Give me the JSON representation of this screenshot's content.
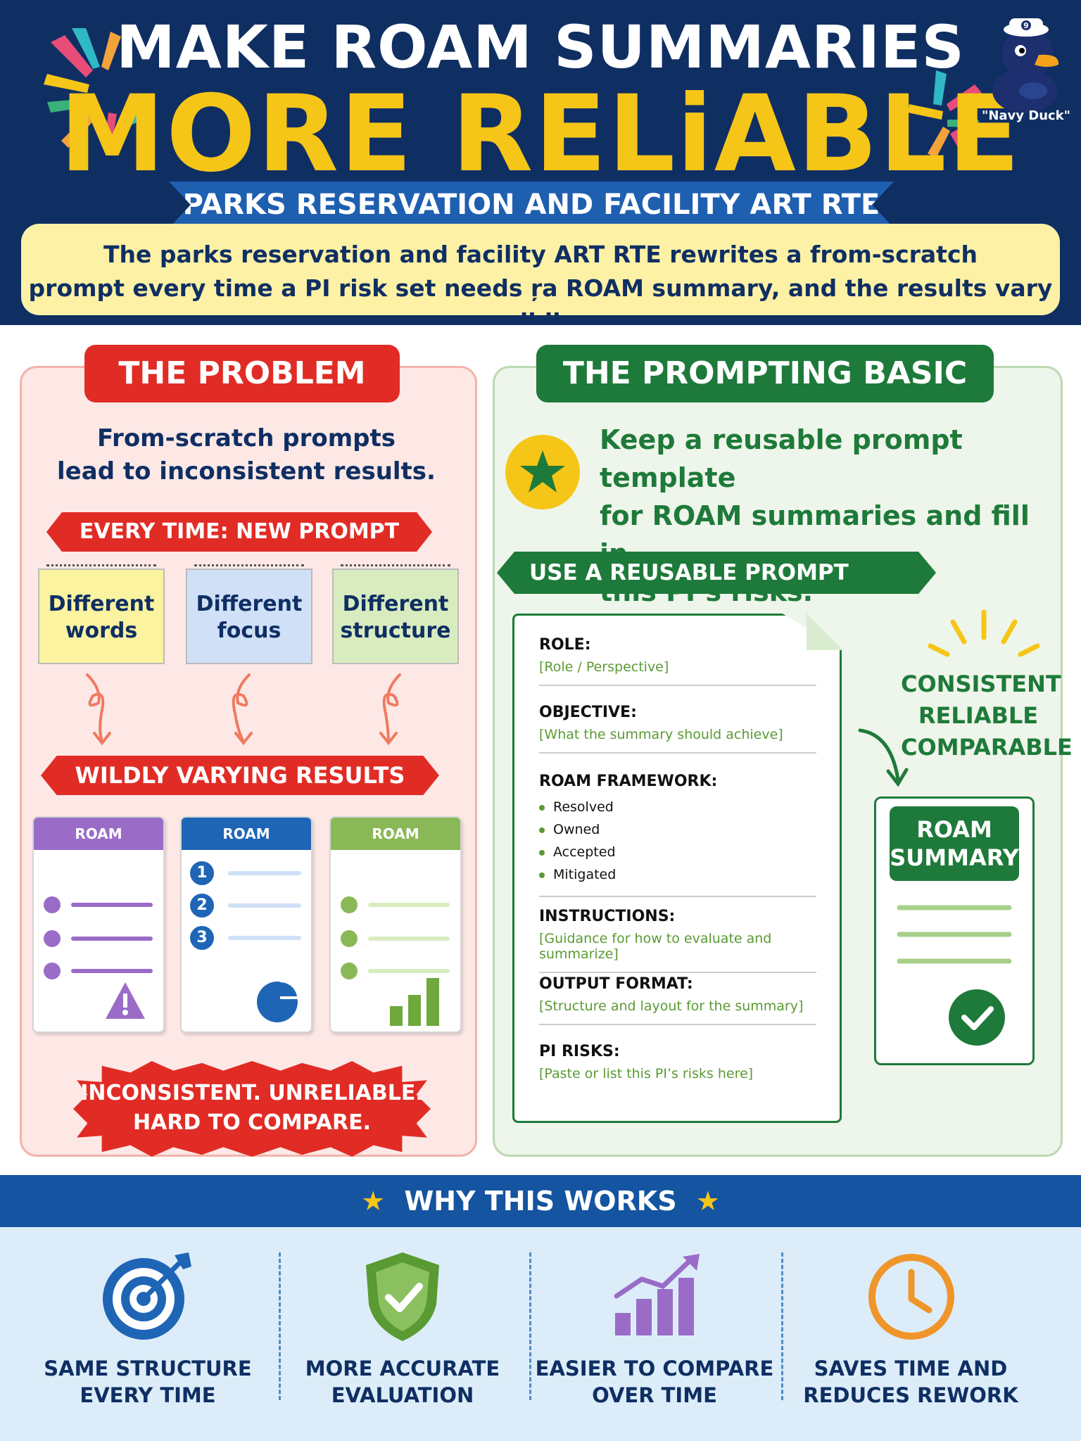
{
  "header": {
    "title_line1": "MAKE ROAM SUMMARIES",
    "title_line2": "MORE RELiABLE",
    "ribbon": "PARKS RESERVATION AND FACILITY ART RTE",
    "subtitle_line1": "The parks reservation and facility ART RTE rewrites a from-scratch",
    "subtitle_line2": "prompt every time a PI risk set needs ŗa ROAM summary, and the results vary wildly.",
    "mascot_label": "\"Navy Duck\"",
    "mascot_cap_number": "9"
  },
  "problem": {
    "tab": "THE PROBLEM",
    "text_line1": "From-scratch prompts",
    "text_line2": "lead to inconsistent results.",
    "banner_every_time": "EVERY TIME: NEW PROMPT",
    "notes": [
      {
        "line1": "Different",
        "line2": "words",
        "color": "#fbf3a0"
      },
      {
        "line1": "Different",
        "line2": "focus",
        "color": "#cfe0f7"
      },
      {
        "line1": "Different",
        "line2": "structure",
        "color": "#d9ecbf"
      }
    ],
    "banner_varying": "WILDLY VARYING RESULTS",
    "cards": [
      {
        "head": "ROAM SUMMARY",
        "color": "#9a6cc8"
      },
      {
        "head": "ROAM SUMMARY",
        "color": "#1f65b6"
      },
      {
        "head": "ROAM SUMMARY",
        "color": "#8ab857"
      }
    ],
    "numbers": [
      "1",
      "2",
      "3"
    ],
    "burst_line1": "INCONSISTENT. UNRELIABLE.",
    "burst_line2": "HARD TO COMPARE."
  },
  "basic": {
    "tab": "THE PROMPTING BASIC",
    "text_line1": "Keep a reusable prompt template",
    "text_line2": "for ROAM summaries and fill in",
    "text_line3": "this PI’s risks.",
    "banner": "USE A REUSABLE PROMPT TEMPLATE",
    "template": {
      "role_label": "ROLE:",
      "role_value": "[Role / Perspective]",
      "objective_label": "OBJECTIVE:",
      "objective_value": "[What the summary should achieve]",
      "framework_label": "ROAM FRAMEWORK:",
      "framework_items": [
        "Resolved",
        "Owned",
        "Accepted",
        "Mitigated"
      ],
      "instructions_label": "INSTRUCTIONS:",
      "instructions_value": "[Guidance for how to evaluate and summarize]",
      "output_label": "OUTPUT FORMAT:",
      "output_value": "[Structure and layout for the summary]",
      "risks_label": "PI RISKS:",
      "risks_value": "[Paste or list this PI’s risks here]"
    },
    "benefits_line1": "CONSISTENT",
    "benefits_line2": "RELIABLE",
    "benefits_line3": "COMPARABLE",
    "summary_line1": "ROAM",
    "summary_line2": "SUMMARY"
  },
  "why": {
    "title": "WHY THIS WORKS",
    "items": [
      {
        "line1": "SAME STRUCTURE",
        "line2": "EVERY TIME",
        "icon": "target-icon",
        "color": "#1f65b6"
      },
      {
        "line1": "MORE ACCURATE",
        "line2": "EVALUATION",
        "icon": "shield-check-icon",
        "color": "#5a9a33"
      },
      {
        "line1": "EASIER TO COMPARE",
        "line2": "OVER TIME",
        "icon": "bar-chart-up-icon",
        "color": "#9a6cc8"
      },
      {
        "line1": "SAVES TIME AND",
        "line2": "REDUCES REWORK",
        "icon": "clock-icon",
        "color": "#f0952a"
      }
    ]
  },
  "colors": {
    "navy": "#0f2f63",
    "yellow": "#f5c518",
    "red": "#e12c25",
    "green": "#1e7a3a",
    "blue": "#1454a0"
  }
}
